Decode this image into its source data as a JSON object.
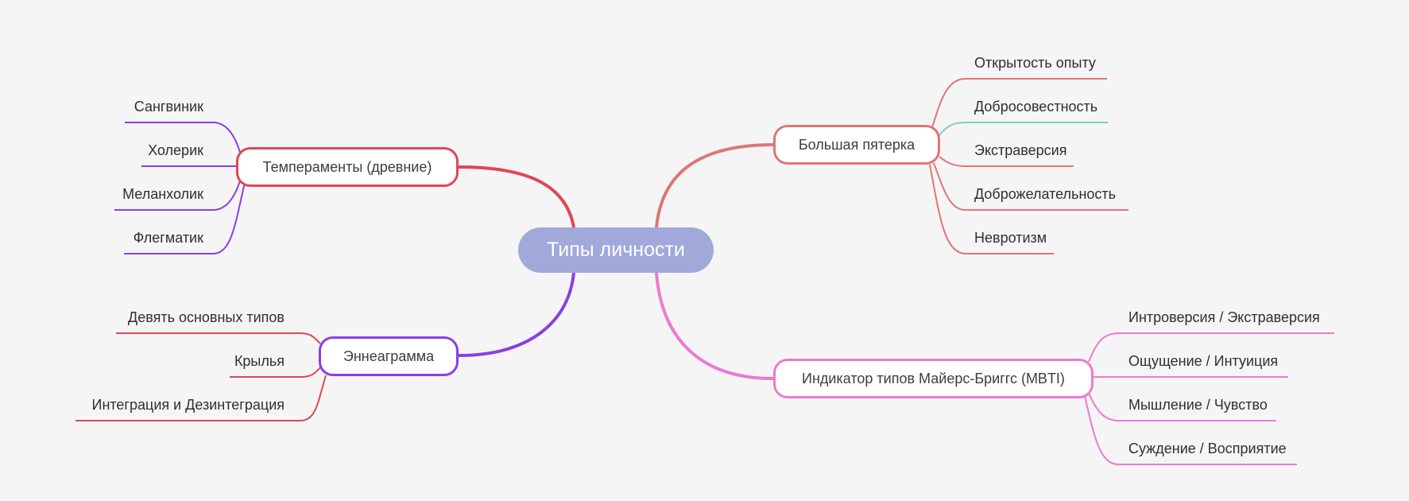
{
  "root": {
    "label": "Типы личности",
    "color": "#a0a9da"
  },
  "branches": {
    "temperaments": {
      "label": "Темпераменты (древние)",
      "color": "#e04655",
      "leaf_color": "#8a3ee8",
      "leaves": [
        "Сангвиник",
        "Холерик",
        "Меланхолик",
        "Флегматик"
      ]
    },
    "big_five": {
      "label": "Большая пятерка",
      "color": "#df7676",
      "leaves": [
        "Открытость опыту",
        "Добросовестность",
        "Экстраверсия",
        "Доброжелательность",
        "Невротизм"
      ],
      "leaf_colors": [
        "#df7676",
        "#7ecdc4",
        "#df7676",
        "#df7676",
        "#df7676"
      ]
    },
    "enneagram": {
      "label": "Эннеаграмма",
      "color": "#8a3ee8",
      "leaf_color": "#e04655",
      "leaves": [
        "Девять основных типов",
        "Крылья",
        "Интеграция и Дезинтеграция"
      ]
    },
    "mbti": {
      "label": "Индикатор типов Майерс-Бриггс (MBTI)",
      "color": "#ec7ad0",
      "leaf_color": "#ec7ad0",
      "leaves": [
        "Интроверсия / Экстраверсия",
        "Ощущение / Интуиция",
        "Мышление / Чувство",
        "Суждение / Восприятие"
      ]
    }
  }
}
